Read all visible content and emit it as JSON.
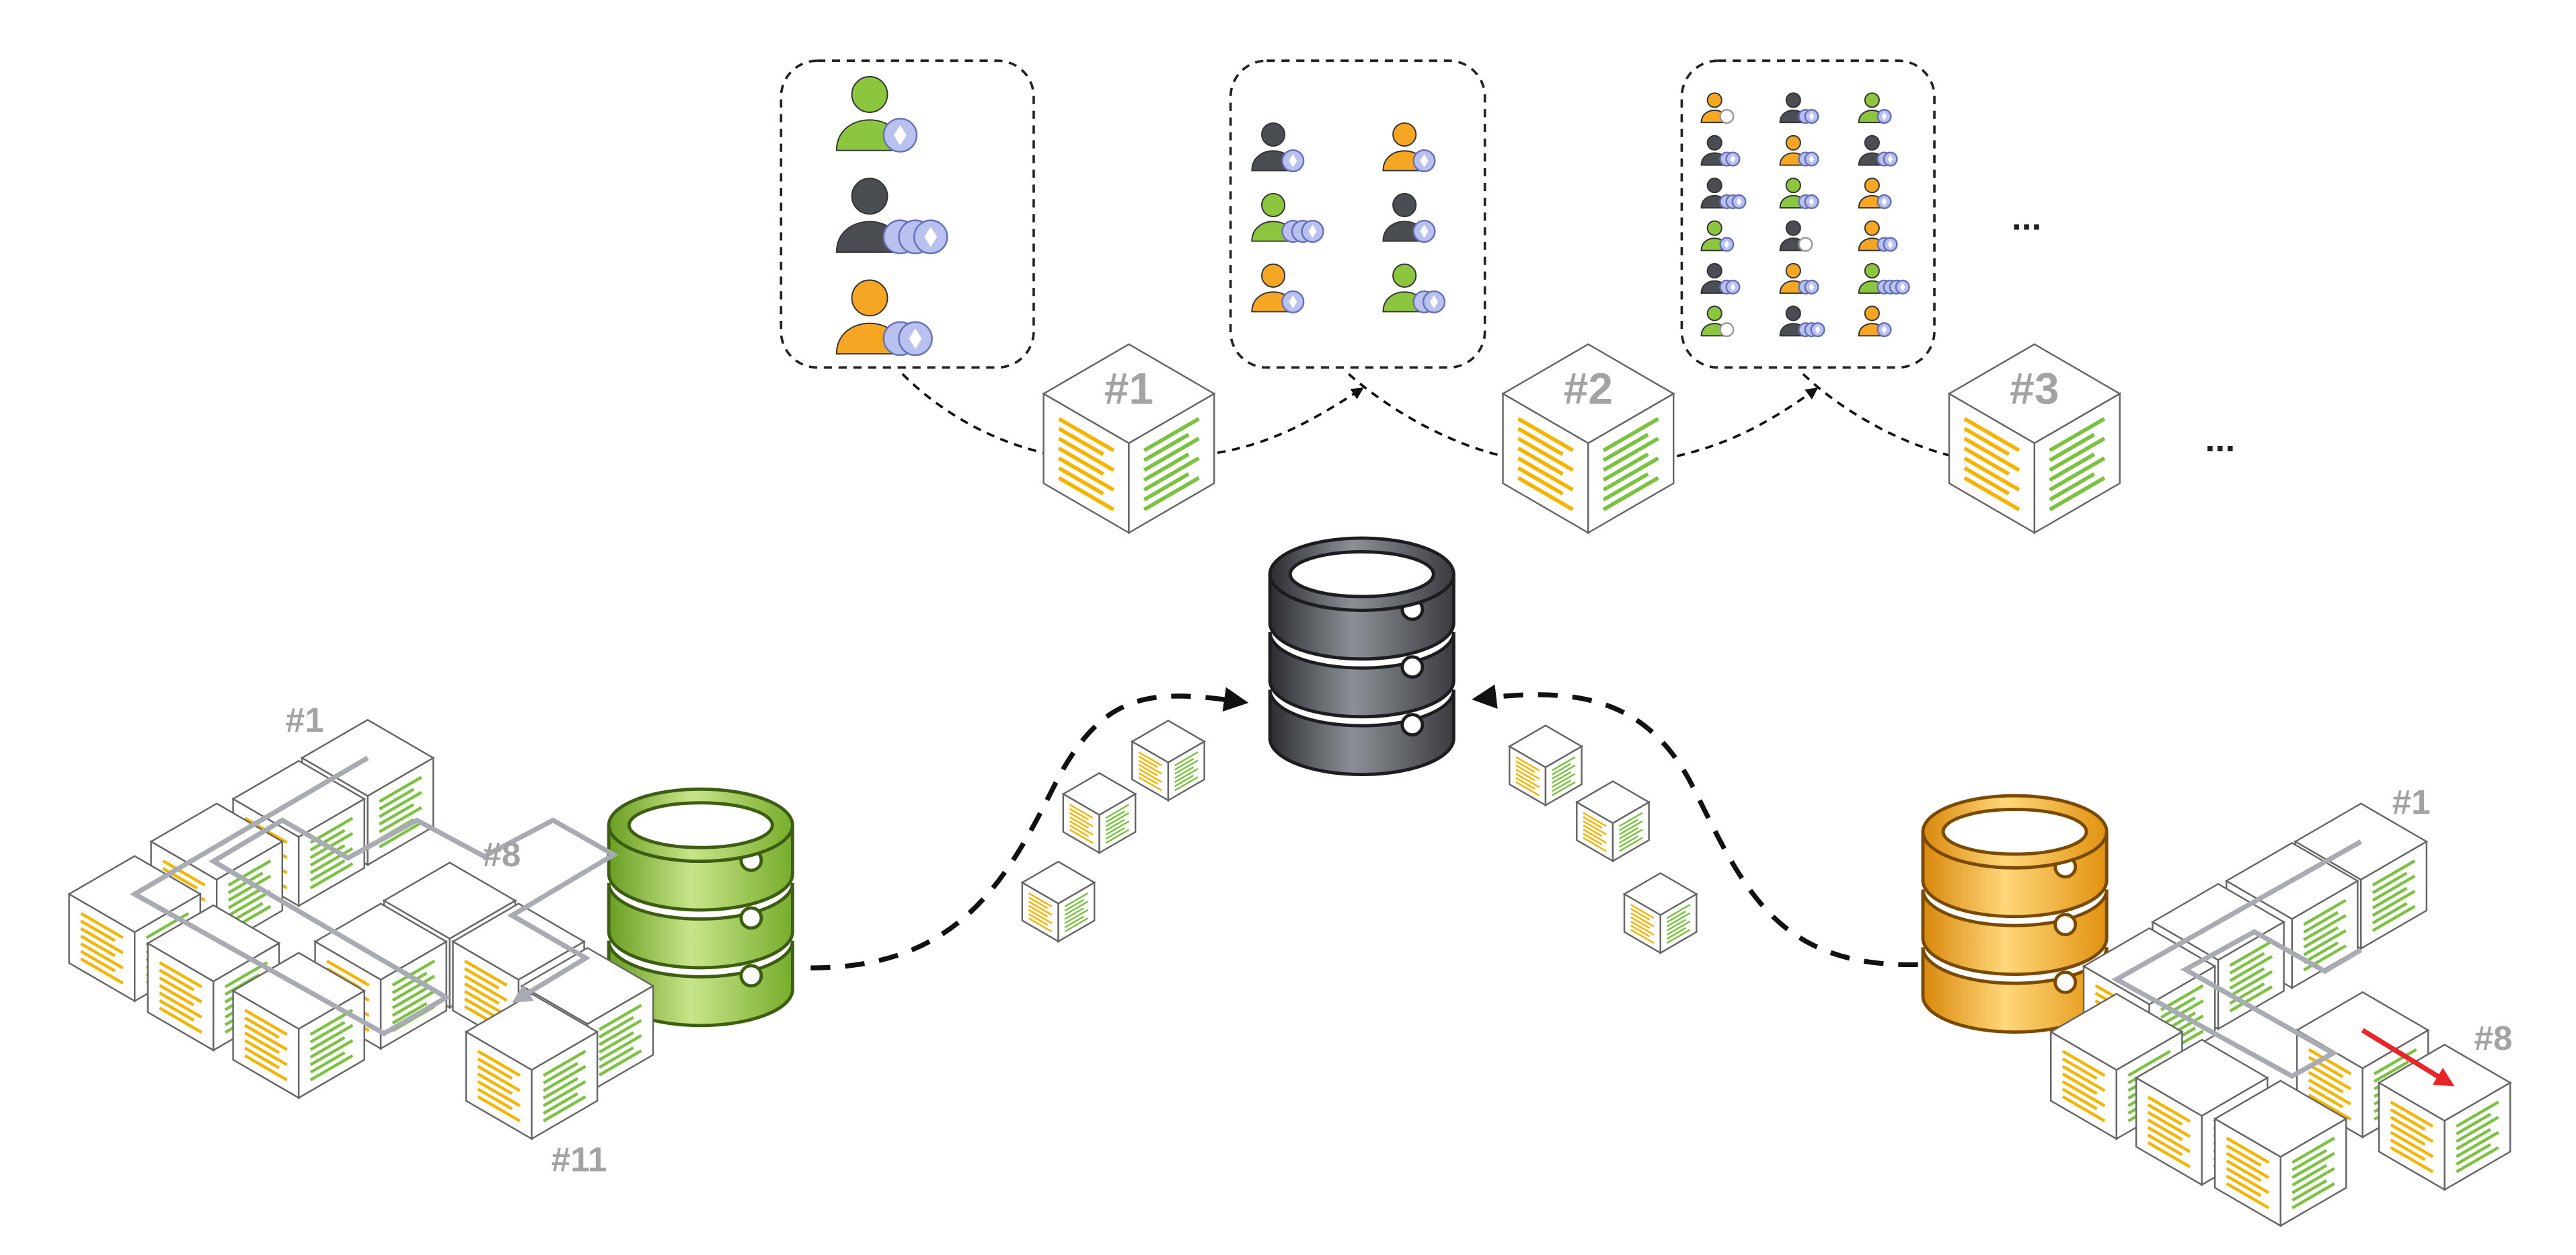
{
  "colors": {
    "green": "#8cc63f",
    "dark": "#4a4d52",
    "orange": "#f5a623",
    "coin": "#b9c2ee",
    "coin_stroke": "#6670b8",
    "cube_yellow": "#f4b400",
    "cube_green": "#7cc242",
    "label_grey": "#a3a3a3",
    "arrow_red": "#e8262a"
  },
  "top_chain": {
    "blocks": [
      "#1",
      "#2",
      "#3"
    ],
    "ellipsis_blocks": "...",
    "ellipsis_pools": "..."
  },
  "pools": [
    {
      "users": [
        {
          "color": "green",
          "coins": 1
        },
        {
          "color": "dark",
          "coins": 3
        },
        {
          "color": "orange",
          "coins": 2
        }
      ]
    },
    {
      "users": [
        {
          "color": "dark",
          "coins": 1
        },
        {
          "color": "orange",
          "coins": 1
        },
        {
          "color": "green",
          "coins": 3
        },
        {
          "color": "dark",
          "coins": 1
        },
        {
          "color": "orange",
          "coins": 1
        },
        {
          "color": "green",
          "coins": 2
        }
      ]
    },
    {
      "users": [
        {
          "color": "orange",
          "coins": 0
        },
        {
          "color": "dark",
          "coins": 2
        },
        {
          "color": "green",
          "coins": 1
        },
        {
          "color": "dark",
          "coins": 2
        },
        {
          "color": "orange",
          "coins": 2
        },
        {
          "color": "dark",
          "coins": 2
        },
        {
          "color": "dark",
          "coins": 3
        },
        {
          "color": "green",
          "coins": 2
        },
        {
          "color": "orange",
          "coins": 1
        },
        {
          "color": "green",
          "coins": 1
        },
        {
          "color": "dark",
          "coins": 0
        },
        {
          "color": "orange",
          "coins": 2
        },
        {
          "color": "dark",
          "coins": 2
        },
        {
          "color": "orange",
          "coins": 2
        },
        {
          "color": "green",
          "coins": 4
        },
        {
          "color": "green",
          "coins": 0
        },
        {
          "color": "dark",
          "coins": 3
        },
        {
          "color": "orange",
          "coins": 1
        }
      ]
    }
  ],
  "left_chain": {
    "start_label": "#1",
    "mid_label": "#8",
    "end_label": "#11"
  },
  "right_chain": {
    "start_label": "#1",
    "end_label": "#8"
  }
}
